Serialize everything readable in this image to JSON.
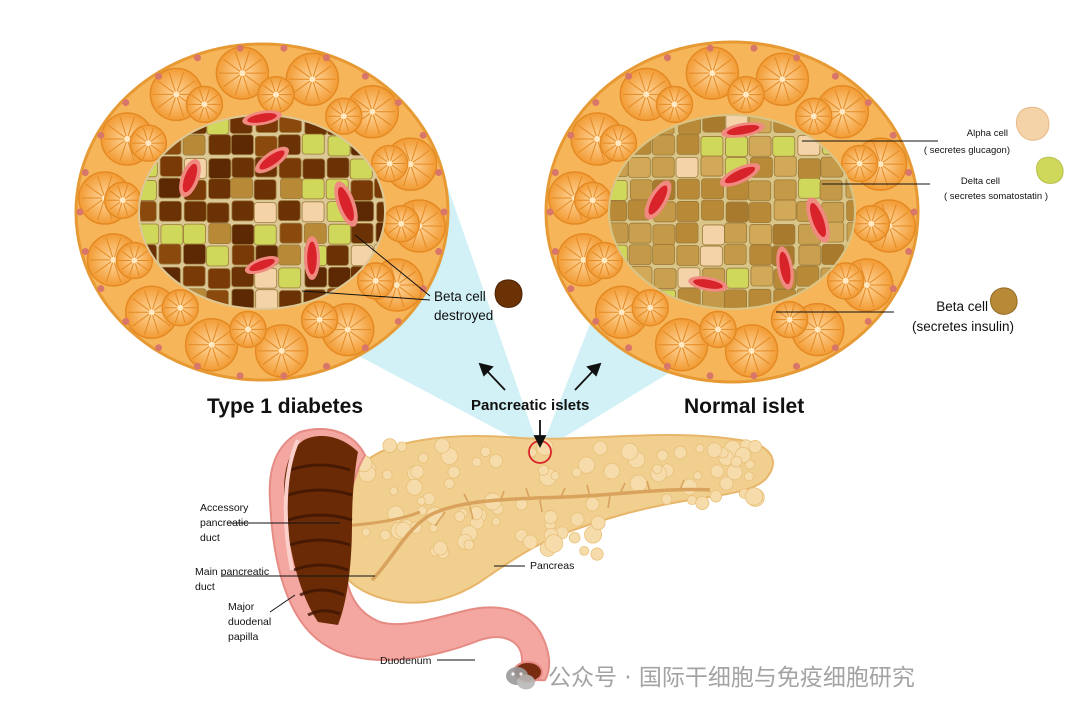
{
  "headings": {
    "type1": "Type 1 diabetes",
    "islets": "Pancreatic islets",
    "normal": "Normal islet"
  },
  "legend": {
    "alpha_line1": "Alpha cell",
    "alpha_line2": "( secretes glucagon)",
    "delta_line1": "Delta cell",
    "delta_line2": "( secretes somatostatin )",
    "beta_line1": "Beta cell",
    "beta_line2": "(secretes insulin)",
    "beta_destroyed_line1": "Beta cell",
    "beta_destroyed_line2": "destroyed"
  },
  "anatomy": {
    "accessory_line1": "Accessory",
    "accessory_line2": "pancreatic",
    "accessory_line3": "duct",
    "main_line1": "Main pancreatic",
    "main_line2": "duct",
    "papilla_line1": "Major",
    "papilla_line2": "duodenal",
    "papilla_line3": "papilla",
    "pancreas": "Pancreas",
    "duodenum": "Duodenum"
  },
  "watermark": {
    "text": "公众号 · 国际干细胞与免疫细胞研究"
  },
  "colors": {
    "acinar": "#f6a33a",
    "alpha": "#f4d3a9",
    "delta": "#cfd85a",
    "beta": "#b88a38",
    "destroyed": "#6b3205",
    "vessel": "#d8232a",
    "pancreas": "#f1cf8f",
    "duodenum": "#f4a7a0",
    "highlight_cone": "#c9eef5"
  }
}
